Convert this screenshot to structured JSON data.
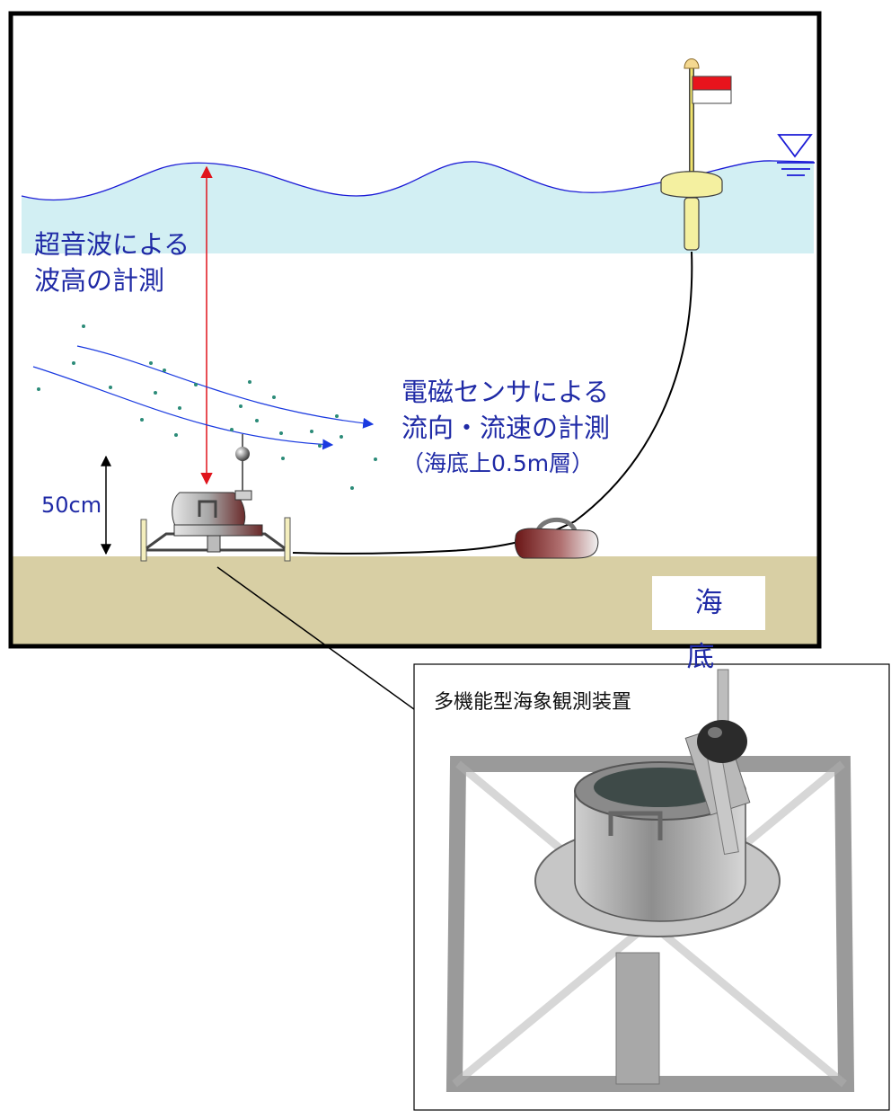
{
  "labels": {
    "wave_measurement": [
      "超音波による",
      "波高の計測"
    ],
    "current_measurement": [
      "電磁センサによる",
      "流向・流速の計測",
      "（海底上0.5m層）"
    ],
    "height": "50cm",
    "seabed": "海 底",
    "photo_caption": "多機能型海象観測装置"
  },
  "colors": {
    "label_text": "#1f2aa6",
    "sea": "#d2eff3",
    "seabed": "#d8cfa4",
    "wave_line": "#1a1ad6",
    "red_arrow": "#e0141c",
    "particles": "#2b8b78",
    "flag_red": "#e8141c",
    "buoy_yellow": "#f4f0a0"
  },
  "icons": {
    "water_level": "water-level-symbol",
    "arrows": [
      "double-headed-red-arrow",
      "double-headed-black-arrow",
      "blue-flow-arrow"
    ]
  }
}
